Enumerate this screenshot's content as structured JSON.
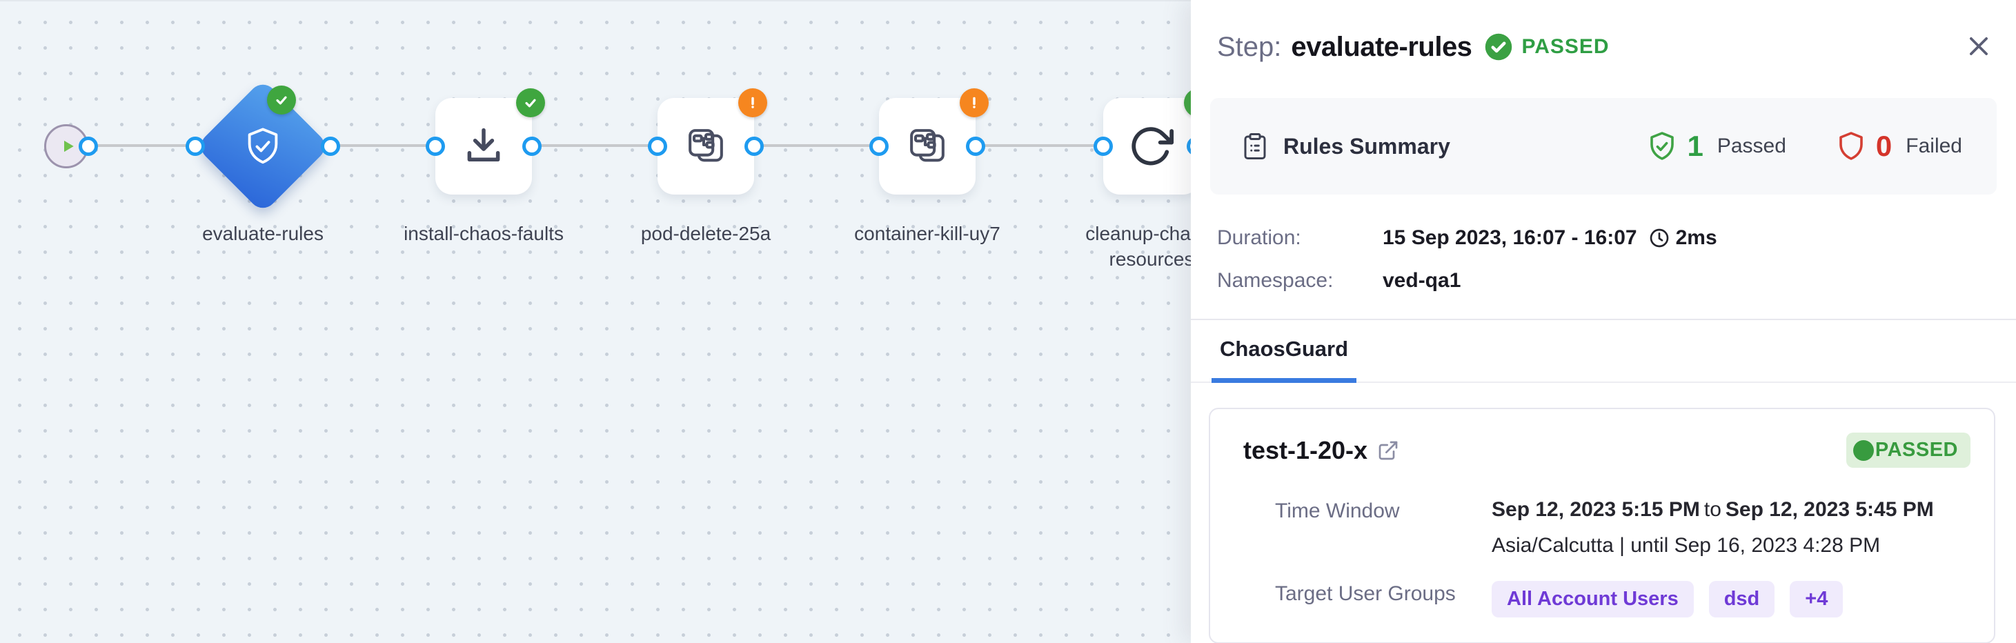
{
  "canvas": {
    "nodes": [
      {
        "id": "start",
        "type": "start"
      },
      {
        "id": "evaluate-rules",
        "label": "evaluate-rules",
        "type": "chaosguard",
        "status": "passed"
      },
      {
        "id": "install-chaos-faults",
        "label": "install-chaos-faults",
        "type": "install",
        "status": "passed"
      },
      {
        "id": "pod-delete-25a",
        "label": "pod-delete-25a",
        "type": "chaos-fault",
        "status": "warning"
      },
      {
        "id": "container-kill-uy7",
        "label": "container-kill-uy7",
        "type": "chaos-fault",
        "status": "warning"
      },
      {
        "id": "cleanup-chaos-resources",
        "label": "cleanup-chaos-resources",
        "type": "cleanup",
        "status": "passed"
      }
    ]
  },
  "panel": {
    "header": {
      "step_label": "Step:",
      "step_name": "evaluate-rules",
      "status": "PASSED"
    },
    "rules_summary": {
      "title": "Rules Summary",
      "passed_count": "1",
      "passed_label": "Passed",
      "failed_count": "0",
      "failed_label": "Failed"
    },
    "details": {
      "duration_label": "Duration:",
      "duration_value": "15 Sep 2023, 16:07 - 16:07",
      "duration_elapsed": "2ms",
      "namespace_label": "Namespace:",
      "namespace_value": "ved-qa1"
    },
    "tab_label": "ChaosGuard",
    "guard": {
      "title": "test-1-20-x",
      "status": "PASSED",
      "time_window_label": "Time Window",
      "time_start": "Sep 12, 2023 5:15 PM",
      "time_join": "to",
      "time_end": "Sep 12, 2023 5:45 PM",
      "timezone_note": "Asia/Calcutta | until Sep 16, 2023 4:28 PM",
      "target_label": "Target User Groups",
      "groups": [
        "All Account Users",
        "dsd",
        "+4"
      ]
    }
  },
  "colors": {
    "accent_blue": "#2f6fdb",
    "port_blue": "#1e9bf0",
    "success_green": "#3fa63f",
    "warning_orange": "#f6861f",
    "fail_red": "#d4342a",
    "purple_chip": "#6f3ad6",
    "tab_underline_blue": "#3a7be0",
    "canvas_bg": "#eff4f8"
  }
}
